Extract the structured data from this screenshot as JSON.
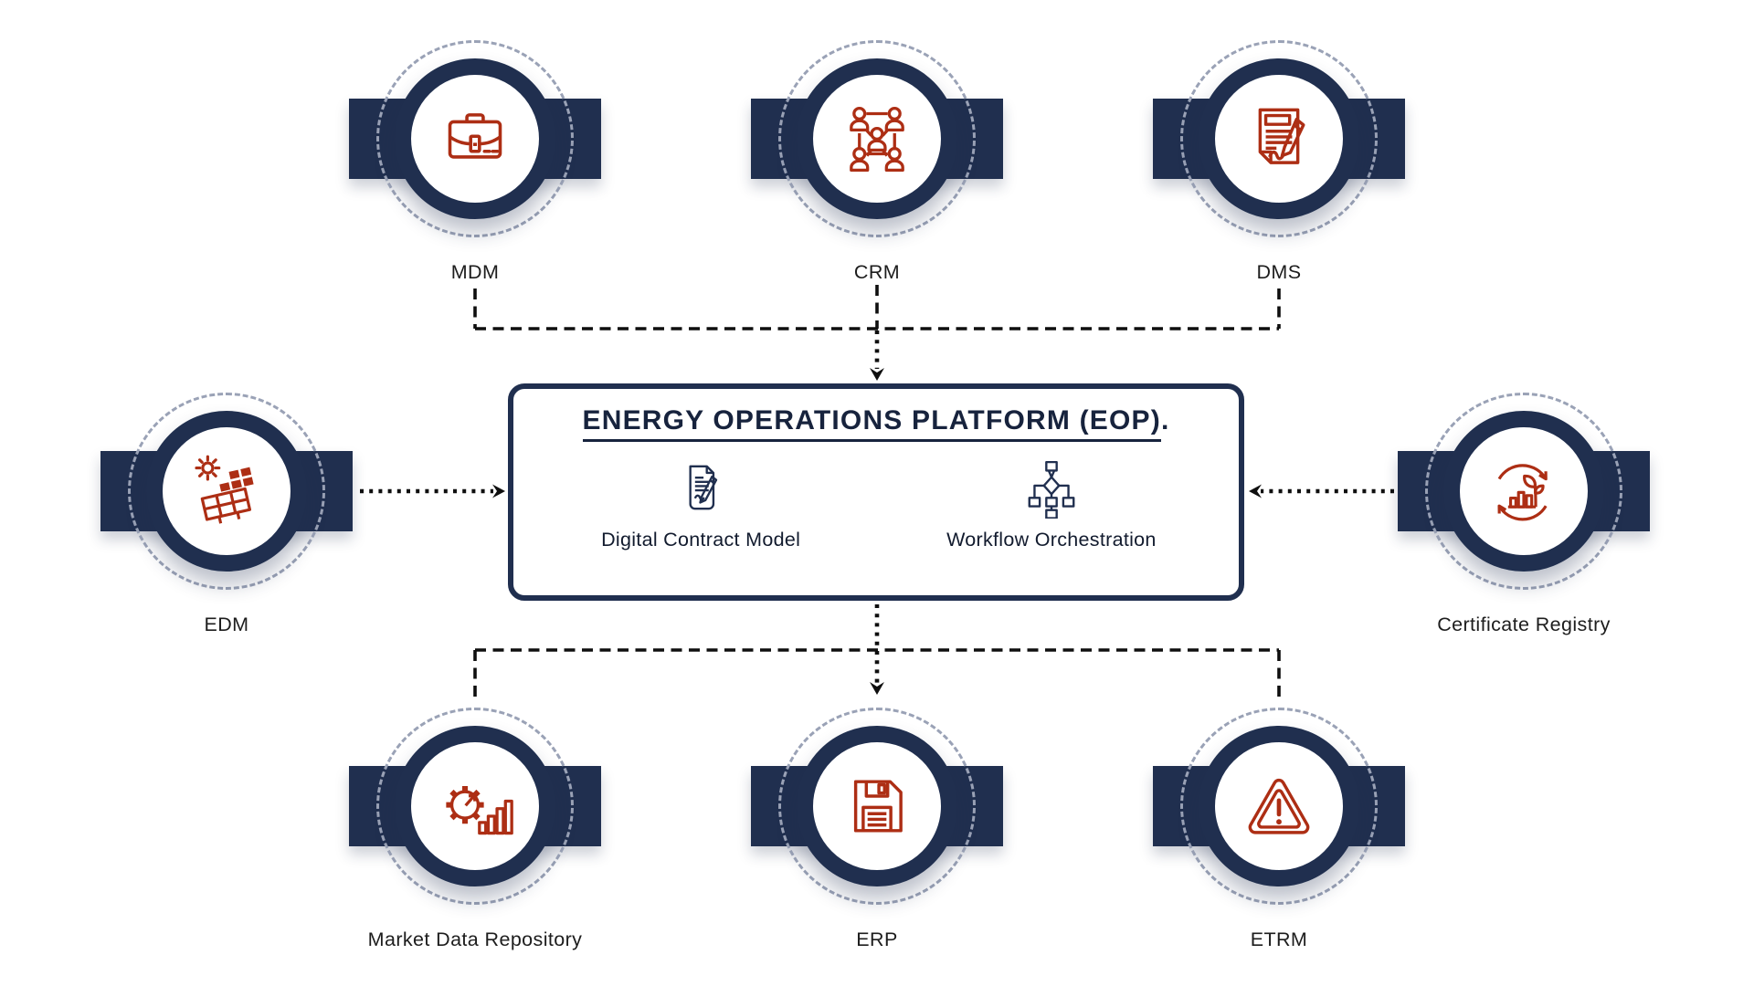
{
  "diagram": {
    "colors": {
      "navy": "#202f4f",
      "icon_red": "#ad2e14",
      "dashed_ring_gray": "#9aa2b6",
      "connector_black": "#0f0f0f",
      "label_text": "#1d1d1d",
      "background": "#ffffff"
    },
    "platform": {
      "title": "ENERGY OPERATIONS PLATFORM (EOP)",
      "title_period": ".",
      "features": [
        {
          "label": "Digital Contract Model",
          "icon": "contract-signing-icon"
        },
        {
          "label": "Workflow Orchestration",
          "icon": "flowchart-icon"
        }
      ]
    },
    "nodes": [
      {
        "id": "mdm",
        "label": "MDM",
        "icon": "briefcase-icon",
        "position": "top-left"
      },
      {
        "id": "crm",
        "label": "CRM",
        "icon": "people-network-icon",
        "position": "top-center"
      },
      {
        "id": "dms",
        "label": "DMS",
        "icon": "signed-document-icon",
        "position": "top-right"
      },
      {
        "id": "edm",
        "label": "EDM",
        "icon": "solar-panel-icon",
        "position": "middle-left"
      },
      {
        "id": "certificate-registry",
        "label": "Certificate Registry",
        "icon": "green-growth-cycle-icon",
        "position": "middle-right"
      },
      {
        "id": "market-data-repository",
        "label": "Market Data Repository",
        "icon": "gear-analytics-icon",
        "position": "bottom-left"
      },
      {
        "id": "erp",
        "label": "ERP",
        "icon": "floppy-disk-icon",
        "position": "bottom-center"
      },
      {
        "id": "etrm",
        "label": "ETRM",
        "icon": "warning-triangle-icon",
        "position": "bottom-right"
      }
    ],
    "connections": [
      {
        "from": "MDM",
        "to": "EOP",
        "style": "dashed"
      },
      {
        "from": "CRM",
        "to": "EOP",
        "style": "dashed-then-dotted-arrow"
      },
      {
        "from": "DMS",
        "to": "EOP",
        "style": "dashed"
      },
      {
        "from": "EDM",
        "to": "EOP",
        "style": "dotted-arrow"
      },
      {
        "from": "Certificate Registry",
        "to": "EOP",
        "style": "dotted-arrow"
      },
      {
        "from": "EOP",
        "to": "Market Data Repository",
        "style": "dashed"
      },
      {
        "from": "EOP",
        "to": "ERP",
        "style": "dotted-arrow"
      },
      {
        "from": "EOP",
        "to": "ETRM",
        "style": "dashed"
      }
    ]
  }
}
